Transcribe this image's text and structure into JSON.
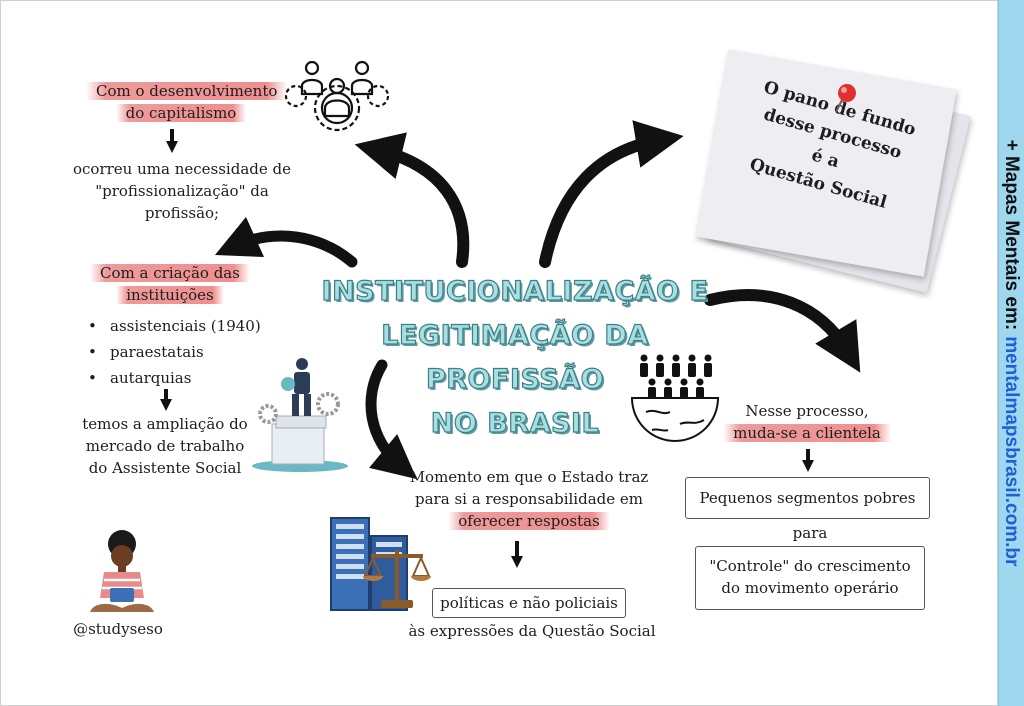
{
  "title": {
    "line1": "INSTITUCIONALIZAÇÃO E",
    "line2": "LEGITIMAÇÃO DA PROFISSÃO",
    "line3": "NO BRASIL"
  },
  "side_banner": {
    "prefix": "+ Mapas Mentais em:",
    "url": "mentalmapsbrasil.com.br"
  },
  "top_left": {
    "highlight_line1": "Com o desenvolvimento",
    "highlight_line2": "do capitalismo",
    "line1": "ocorreu uma necessidade de",
    "line2": "\"profissionalização\" da",
    "line3": "profissão;"
  },
  "mid_left": {
    "highlight_line1": "Com a criação das",
    "highlight_line2": "instituições",
    "bullets": [
      "assistenciais (1940)",
      "paraestatais",
      "autarquias"
    ],
    "line1": "temos  a ampliação do",
    "line2": "mercado de trabalho",
    "line3": "do Assistente Social"
  },
  "bottom_center": {
    "line1": "Momento em que o Estado traz",
    "line2": "para si a responsabilidade em",
    "highlight": "oferecer respostas",
    "box": "políticas e não policiais",
    "line3": "às expressões da Questão Social"
  },
  "note": {
    "line1": "O pano de fundo",
    "line2": "desse processo",
    "line3": "é a",
    "line4": "Questão Social"
  },
  "right": {
    "line1": "Nesse processo,",
    "highlight": "muda-se a clientela",
    "box1": "Pequenos segmentos pobres",
    "connector": "para",
    "box2_line1": "\"Controle\" do crescimento",
    "box2_line2": "do movimento operário"
  },
  "handle": "@studyseso",
  "colors": {
    "highlight": "#ef8f8f",
    "title_fill": "#a8dfe3",
    "title_stroke": "#3e7f86",
    "banner": "#9fd8ee",
    "url": "#1f5fd6"
  },
  "icons": [
    "team-gear-icon",
    "pushpin-icon",
    "businessman-documents-icon",
    "world-crowd-icon",
    "building-justice-scale-icon",
    "student-avatar-icon"
  ]
}
